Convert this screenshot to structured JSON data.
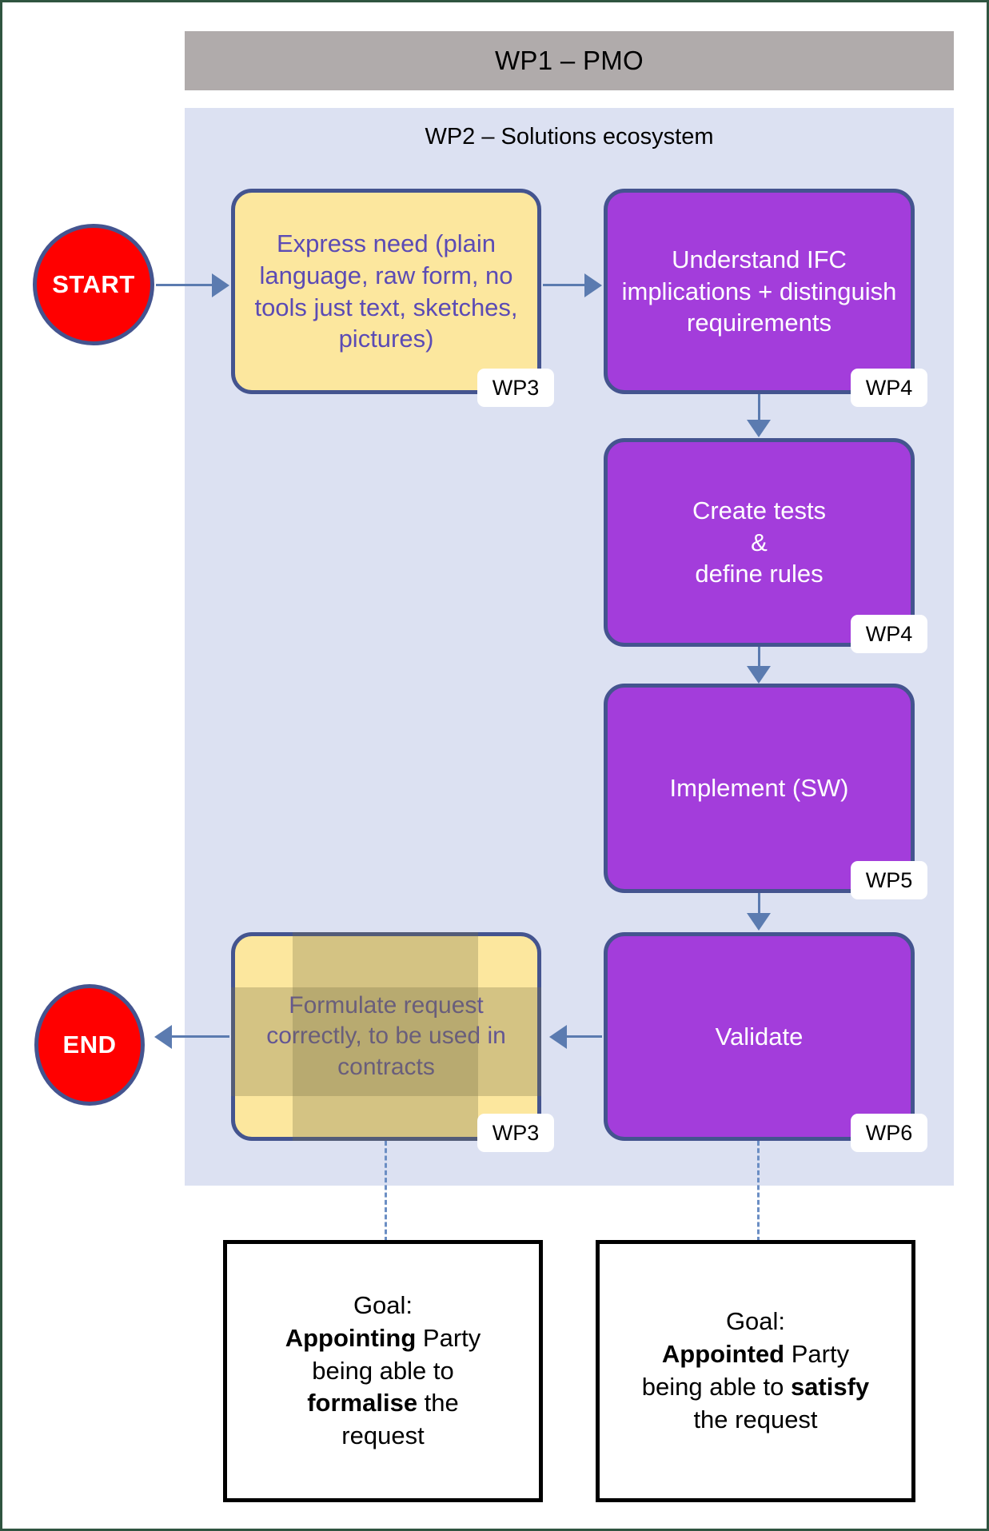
{
  "frame": {
    "border_color": "#2f5540"
  },
  "lanes": {
    "wp1": {
      "title": "WP1 – PMO",
      "color": "#b0abab"
    },
    "wp2": {
      "title": "WP2 – Solutions ecosystem",
      "color": "#dce1f2"
    }
  },
  "terminators": {
    "start": "START",
    "end": "END",
    "fill": "#ff0000",
    "border": "#44548f"
  },
  "nodes": {
    "express_need": {
      "label": "Express need (plain language, raw form, no tools just text, sketches, pictures)",
      "badge": "WP3",
      "fill": "#fce79e",
      "text_color": "#5b4bb5"
    },
    "understand_ifc": {
      "label": "Understand IFC implications + distinguish requirements",
      "badge": "WP4",
      "fill": "#a33ddb",
      "text_color": "#ffffff"
    },
    "create_tests": {
      "label": "Create tests\n&\ndefine rules",
      "badge": "WP4",
      "fill": "#a33ddb",
      "text_color": "#ffffff"
    },
    "implement_sw": {
      "label": "Implement (SW)",
      "badge": "WP5",
      "fill": "#a33ddb",
      "text_color": "#ffffff"
    },
    "validate": {
      "label": "Validate",
      "badge": "WP6",
      "fill": "#a33ddb",
      "text_color": "#ffffff"
    },
    "formulate_request": {
      "label": "Formulate request correctly, to be used in contracts",
      "badge": "WP3",
      "fill": "#fce79e",
      "text_color": "#5b4bb5"
    }
  },
  "goals": {
    "left": {
      "line1": "Goal:",
      "bold1": "Appointing",
      "mid1": " Party",
      "line3": "being able to",
      "bold2": "formalise",
      "tail2": " the",
      "line5": "request"
    },
    "right": {
      "line1": "Goal:",
      "bold1": "Appointed",
      "mid1": " Party",
      "line3a": "being able to ",
      "bold2": "satisfy",
      "line4": "the request"
    }
  },
  "connector_color": "#5b7bb0"
}
